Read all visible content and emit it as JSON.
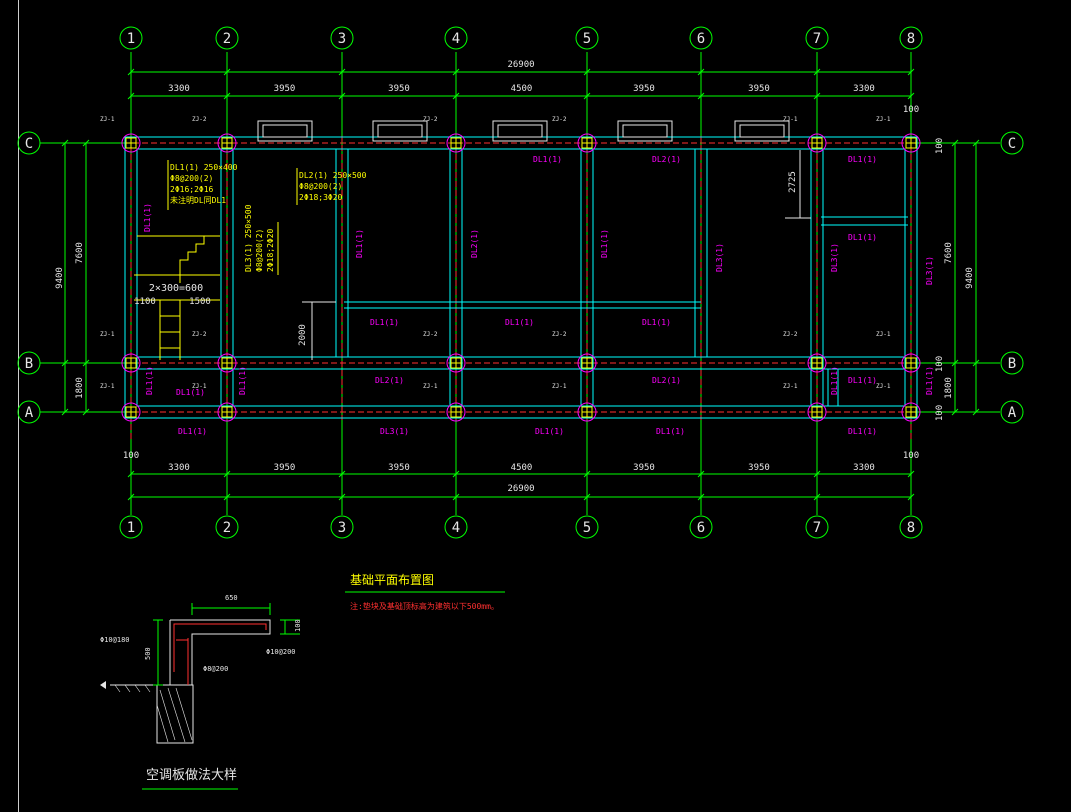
{
  "colors": {
    "background": "#000000",
    "axis": "#00ff00",
    "grid": "#00ffff",
    "beam": "#ff3030",
    "label": "#ff00ff",
    "note": "#ffff00",
    "white": "#e6e6e6"
  },
  "axes": {
    "numbers": [
      "1",
      "2",
      "3",
      "4",
      "5",
      "6",
      "7",
      "8"
    ],
    "letters": [
      "A",
      "B",
      "C"
    ]
  },
  "dimensions": {
    "overall": "26900",
    "spans": [
      "3300",
      "3950",
      "3950",
      "4500",
      "3950",
      "3950",
      "3300"
    ],
    "right_total": "9400",
    "right_top": "7600",
    "right_bottom": "1800",
    "left_total": "9400",
    "left_top": "7600",
    "left_bottom": "1800",
    "edge_100": "100",
    "vertical_2725": "2725",
    "vertical_2000": "2000",
    "stair_text": "2×300=600",
    "stair_1100": "1100",
    "stair_1500": "1500"
  },
  "column_tags": {
    "zj1": "ZJ-1",
    "zj2": "ZJ-2"
  },
  "beam_tags": {
    "dl1": "DL1(1)",
    "dl2": "DL2(1)",
    "dl3": "DL3(1)"
  },
  "notes": {
    "dl1_spec": [
      "DL1(1) 250×400",
      "Φ8@200(2)",
      "2Φ16;2Φ16",
      "未注明DL同DL1"
    ],
    "dl2_spec": [
      "DL2(1) 250×500",
      "Φ8@200(2)",
      "2Φ18;3Φ20"
    ],
    "dl3_spec": [
      "DL3(1) 250×500",
      "Φ8@200(2)",
      "2Φ18;2Φ20"
    ]
  },
  "titles": {
    "plan": "基础平面布置图",
    "plan_note": "注:垫块及基础顶标高为建筑以下500mm。",
    "detail": "空调板做法大样"
  },
  "detail": {
    "width": "650",
    "height": "500",
    "thick": "100",
    "rebar1": "Φ10@180",
    "rebar2": "Φ8@200",
    "rebar3": "Φ10@200"
  }
}
